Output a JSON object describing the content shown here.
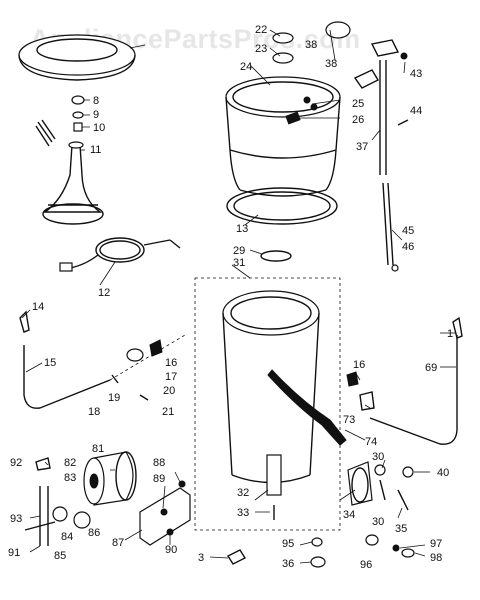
{
  "watermark": "AppliancePartsPros.com",
  "parts": [
    {
      "id": "p1",
      "label": "1"
    },
    {
      "id": "p3",
      "label": "3"
    },
    {
      "id": "p8",
      "label": "8"
    },
    {
      "id": "p9",
      "label": "9"
    },
    {
      "id": "p10",
      "label": "10"
    },
    {
      "id": "p11",
      "label": "11"
    },
    {
      "id": "p12",
      "label": "12"
    },
    {
      "id": "p13",
      "label": "13"
    },
    {
      "id": "p14",
      "label": "14"
    },
    {
      "id": "p15",
      "label": "15"
    },
    {
      "id": "p16a",
      "label": "16"
    },
    {
      "id": "p16b",
      "label": "16"
    },
    {
      "id": "p17",
      "label": "17"
    },
    {
      "id": "p18",
      "label": "18"
    },
    {
      "id": "p19",
      "label": "19"
    },
    {
      "id": "p20",
      "label": "20"
    },
    {
      "id": "p21",
      "label": "21"
    },
    {
      "id": "p22",
      "label": "22"
    },
    {
      "id": "p23",
      "label": "23"
    },
    {
      "id": "p24",
      "label": "24"
    },
    {
      "id": "p25",
      "label": "25"
    },
    {
      "id": "p26",
      "label": "26"
    },
    {
      "id": "p29",
      "label": "29"
    },
    {
      "id": "p30a",
      "label": "30"
    },
    {
      "id": "p30b",
      "label": "30"
    },
    {
      "id": "p31",
      "label": "31"
    },
    {
      "id": "p32",
      "label": "32"
    },
    {
      "id": "p33",
      "label": "33"
    },
    {
      "id": "p34",
      "label": "34"
    },
    {
      "id": "p35",
      "label": "35"
    },
    {
      "id": "p36",
      "label": "36"
    },
    {
      "id": "p37",
      "label": "37"
    },
    {
      "id": "p38a",
      "label": "38"
    },
    {
      "id": "p38b",
      "label": "38"
    },
    {
      "id": "p40",
      "label": "40"
    },
    {
      "id": "p43",
      "label": "43"
    },
    {
      "id": "p44",
      "label": "44"
    },
    {
      "id": "p45",
      "label": "45"
    },
    {
      "id": "p46",
      "label": "46"
    },
    {
      "id": "p69",
      "label": "69"
    },
    {
      "id": "p73",
      "label": "73"
    },
    {
      "id": "p74",
      "label": "74"
    },
    {
      "id": "p81",
      "label": "81"
    },
    {
      "id": "p82",
      "label": "82"
    },
    {
      "id": "p83",
      "label": "83"
    },
    {
      "id": "p84",
      "label": "84"
    },
    {
      "id": "p85",
      "label": "85"
    },
    {
      "id": "p86",
      "label": "86"
    },
    {
      "id": "p87",
      "label": "87"
    },
    {
      "id": "p88",
      "label": "88"
    },
    {
      "id": "p89",
      "label": "89"
    },
    {
      "id": "p90",
      "label": "90"
    },
    {
      "id": "p91",
      "label": "91"
    },
    {
      "id": "p92",
      "label": "92"
    },
    {
      "id": "p93",
      "label": "93"
    },
    {
      "id": "p95",
      "label": "95"
    },
    {
      "id": "p96",
      "label": "96"
    },
    {
      "id": "p97",
      "label": "97"
    },
    {
      "id": "p98",
      "label": "98"
    }
  ]
}
